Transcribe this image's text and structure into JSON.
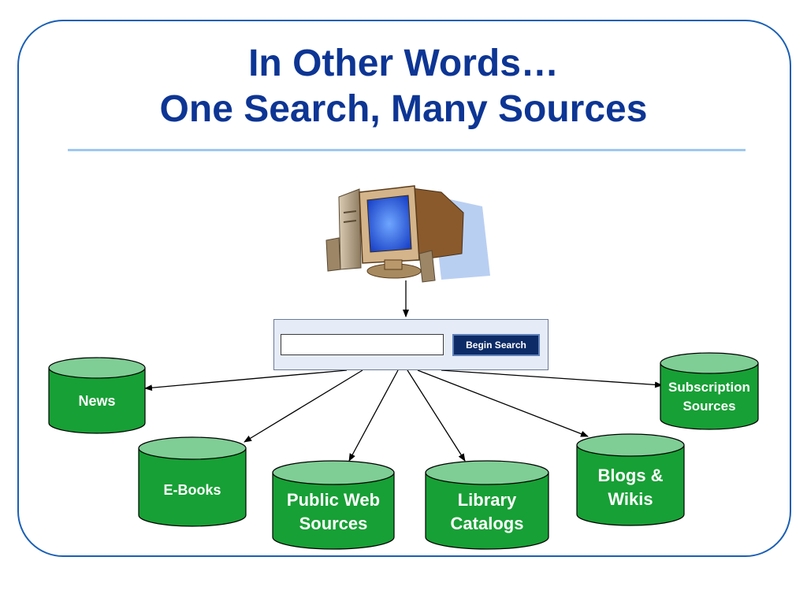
{
  "title": {
    "line1": "In Other Words…",
    "line2": "One Search, Many Sources"
  },
  "search": {
    "input_value": "",
    "button_label": "Begin Search"
  },
  "sources": {
    "news": "News",
    "ebooks": "E-Books",
    "public_web": "Public Web\nSources",
    "library": "Library\nCatalogs",
    "blogs": "Blogs &\nWikis",
    "subscription": "Subscription\nSources"
  },
  "icons": {
    "computer": "computer-icon"
  },
  "colors": {
    "title": "#0d3594",
    "border": "#1a5fb4",
    "rule": "#9ec8f0",
    "cylinder_body": "#17a035",
    "cylinder_top": "#7fce95",
    "button": "#0d2b66"
  }
}
